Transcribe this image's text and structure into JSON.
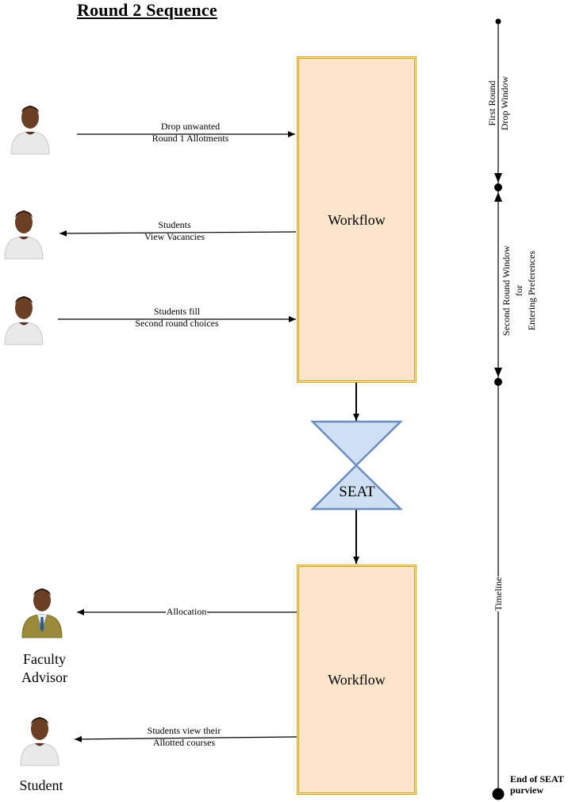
{
  "title": "Round 2 Sequence",
  "workflow_top": {
    "label": "Workflow"
  },
  "workflow_bottom": {
    "label": "Workflow"
  },
  "seat": {
    "label": "SEAT"
  },
  "messages": {
    "drop": [
      "Drop unwanted",
      "Round 1 Allotments"
    ],
    "vacancies": [
      "Students",
      "View Vacancies"
    ],
    "choices": [
      "Students fill",
      "Second round choices"
    ],
    "allocation": "Allocation",
    "view_allotted": [
      "Students view their",
      "Allotted courses"
    ]
  },
  "roles": {
    "faculty": [
      "Faculty",
      "Advisor"
    ],
    "student": "Student"
  },
  "timeline": {
    "first_window": [
      "First Round",
      "Drop Window"
    ],
    "second_window": [
      "Second Round Window",
      "for",
      "Entering Preferences"
    ],
    "label": "Timeline",
    "end": [
      "End of SEAT",
      "purview"
    ]
  },
  "colors": {
    "workflow_fill": "#fde5cc",
    "workflow_border": "#d7a400",
    "seat_fill": "#cfe0f5",
    "seat_border": "#6c8ebf",
    "arrow": "#000000"
  }
}
